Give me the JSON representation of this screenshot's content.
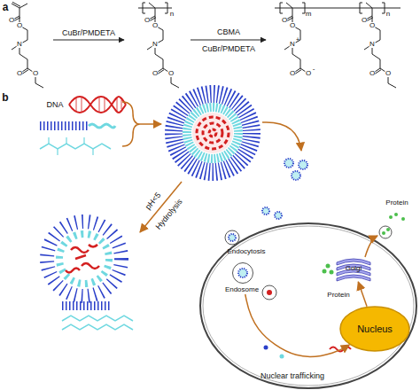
{
  "diagram": {
    "nodes": [
      {
        "text": [
          "Golgi"
        ]
      },
      {
        "text": [
          "Endosome"
        ]
      },
      {
        "text": [
          "Nucleus"
        ]
      }
    ],
    "edges": [
      {
        "from": 1,
        "to": 2,
        "arrow": "to",
        "label": "Nuclear trafficking"
      },
      {
        "from": 2,
        "to": 0,
        "arrow": "to",
        "label": "Protein"
      }
    ],
    "labels": [
      "a",
      "O",
      "O",
      "N",
      "O",
      "O",
      "CuBr/PMDETA",
      "n",
      "O",
      "O",
      "N",
      "O",
      "O",
      "CBMA",
      "CuBr/PMDETA",
      "m",
      "n",
      "O",
      "O",
      "N",
      "+",
      "O",
      "O",
      "-",
      "O",
      "O",
      "N",
      "O",
      "O",
      "b",
      "DNA",
      "pH<5",
      "Hydrolysis",
      "Endocytosis",
      "Protein"
    ]
  }
}
